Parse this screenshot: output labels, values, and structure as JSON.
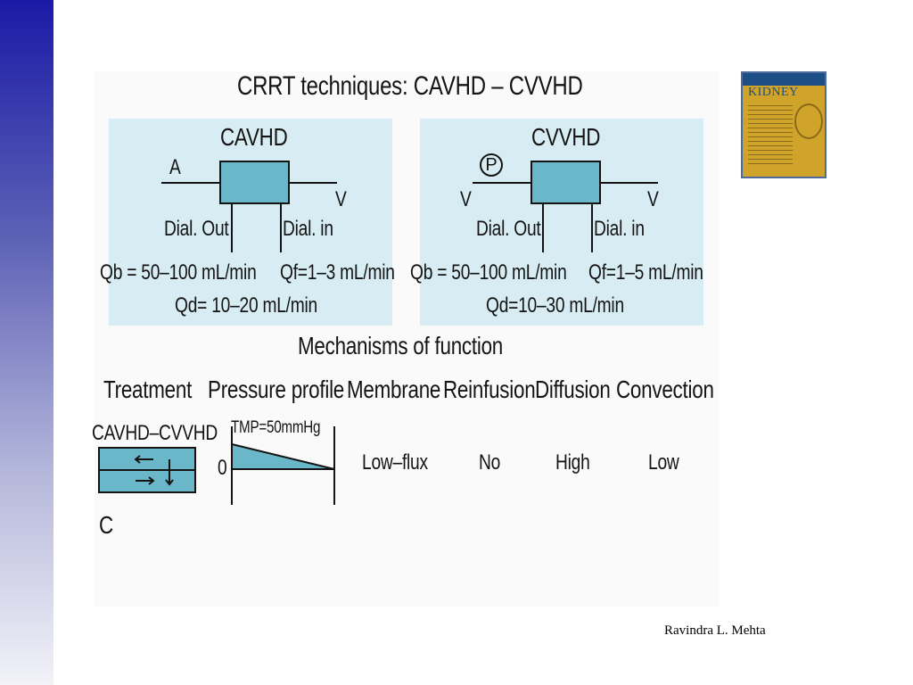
{
  "slide": {
    "title": "CRRT techniques: CAVHD – CVVHD",
    "credit": "Ravindra L. Mehta",
    "book_cover": {
      "label": "KIDNEY",
      "icon": "book-cover-icon"
    }
  },
  "cavhd": {
    "name": "CAVHD",
    "inlet": "A",
    "outlet": "V",
    "dial_out": "Dial. Out",
    "dial_in": "Dial. in",
    "qb": "Qb = 50–100 mL/min",
    "qf": "Qf=1–3 mL/min",
    "qd": "Qd= 10–20 mL/min"
  },
  "cvvhd": {
    "name": "CVVHD",
    "pump": "P",
    "inlet": "V",
    "outlet": "V",
    "dial_out": "Dial. Out",
    "dial_in": "Dial. in",
    "qb": "Qb = 50–100 mL/min",
    "qf": "Qf=1–5 mL/min",
    "qd": "Qd=10–30 mL/min"
  },
  "mechanisms": {
    "title": "Mechanisms of function",
    "headers": [
      "Treatment",
      "Pressure profile",
      "Membrane",
      "Reinfusion",
      "Diffusion",
      "Convection"
    ],
    "row": {
      "treatment": "CAVHD–CVVHD",
      "pressure_label": "TMP=50mmHg",
      "pressure_zero": "0",
      "membrane": "Low–flux",
      "reinfusion": "No",
      "diffusion": "High",
      "convection": "Low"
    },
    "panel_label": "C"
  },
  "colors": {
    "filter": "#6ab7c9",
    "box": "#d8edf3",
    "sidebar": "#1a1aa6"
  }
}
